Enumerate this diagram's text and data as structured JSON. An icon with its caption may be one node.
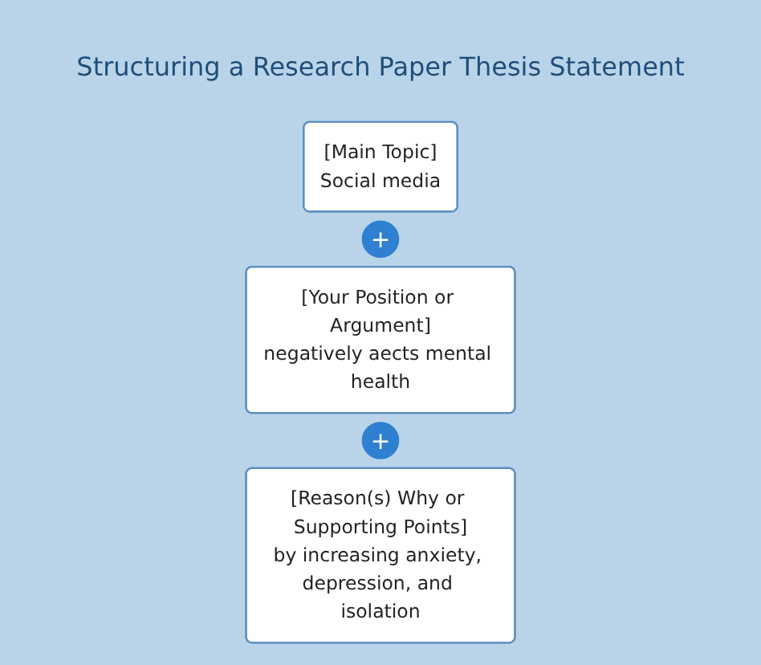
{
  "diagram": {
    "title": "Structuring a Research Paper Thesis Statement",
    "nodes": [
      {
        "text": [
          "[Main Topic]",
          "Social media"
        ]
      },
      {
        "text": [
          "+"
        ]
      },
      {
        "text": [
          "[Your Position or Argument]",
          "negatively aects mental health"
        ]
      },
      {
        "text": [
          "+"
        ]
      },
      {
        "text": [
          "[Reason(s) Why or Supporting Points]",
          "by increasing anxiety, depression, and isolation"
        ]
      }
    ]
  }
}
